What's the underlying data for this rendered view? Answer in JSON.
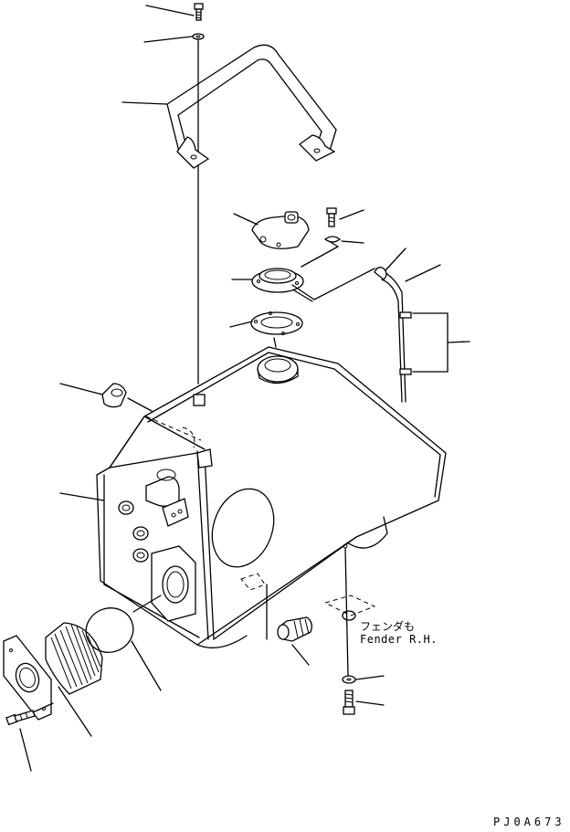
{
  "annotations": {
    "fender_jp": "フェンダも",
    "fender_en": "Fender R.H."
  },
  "drawing_code": "PJ0A673"
}
